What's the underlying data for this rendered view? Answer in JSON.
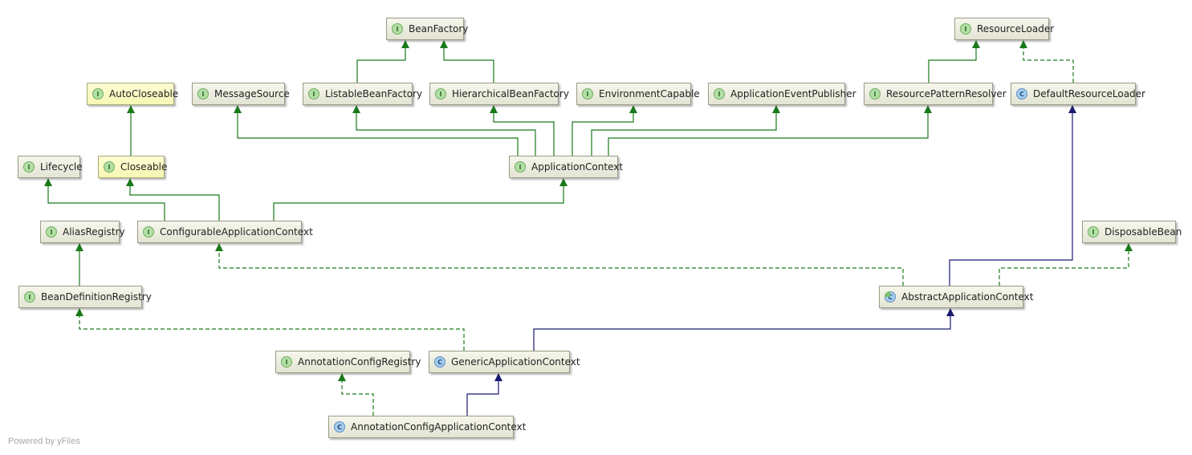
{
  "diagram": {
    "nodes": [
      {
        "id": "BeanFactory",
        "label": "BeanFactory",
        "kind": "interface",
        "badge": "I"
      },
      {
        "id": "ResourceLoader",
        "label": "ResourceLoader",
        "kind": "interface",
        "badge": "I"
      },
      {
        "id": "AutoCloseable",
        "label": "AutoCloseable",
        "kind": "interface",
        "badge": "I",
        "highlight": "yellow"
      },
      {
        "id": "MessageSource",
        "label": "MessageSource",
        "kind": "interface",
        "badge": "I"
      },
      {
        "id": "ListableBeanFactory",
        "label": "ListableBeanFactory",
        "kind": "interface",
        "badge": "I"
      },
      {
        "id": "HierarchicalBeanFactory",
        "label": "HierarchicalBeanFactory",
        "kind": "interface",
        "badge": "I"
      },
      {
        "id": "EnvironmentCapable",
        "label": "EnvironmentCapable",
        "kind": "interface",
        "badge": "I"
      },
      {
        "id": "ApplicationEventPublisher",
        "label": "ApplicationEventPublisher",
        "kind": "interface",
        "badge": "I"
      },
      {
        "id": "ResourcePatternResolver",
        "label": "ResourcePatternResolver",
        "kind": "interface",
        "badge": "I"
      },
      {
        "id": "DefaultResourceLoader",
        "label": "DefaultResourceLoader",
        "kind": "class",
        "badge": "C"
      },
      {
        "id": "Lifecycle",
        "label": "Lifecycle",
        "kind": "interface",
        "badge": "I"
      },
      {
        "id": "Closeable",
        "label": "Closeable",
        "kind": "interface",
        "badge": "I",
        "highlight": "yellow"
      },
      {
        "id": "ApplicationContext",
        "label": "ApplicationContext",
        "kind": "interface",
        "badge": "I"
      },
      {
        "id": "AliasRegistry",
        "label": "AliasRegistry",
        "kind": "interface",
        "badge": "I"
      },
      {
        "id": "ConfigurableApplicationContext",
        "label": "ConfigurableApplicationContext",
        "kind": "interface",
        "badge": "I"
      },
      {
        "id": "DisposableBean",
        "label": "DisposableBean",
        "kind": "interface",
        "badge": "I"
      },
      {
        "id": "BeanDefinitionRegistry",
        "label": "BeanDefinitionRegistry",
        "kind": "interface",
        "badge": "I"
      },
      {
        "id": "AbstractApplicationContext",
        "label": "AbstractApplicationContext",
        "kind": "abstract-class",
        "badge": "C"
      },
      {
        "id": "AnnotationConfigRegistry",
        "label": "AnnotationConfigRegistry",
        "kind": "interface",
        "badge": "I"
      },
      {
        "id": "GenericApplicationContext",
        "label": "GenericApplicationContext",
        "kind": "class",
        "badge": "C"
      },
      {
        "id": "AnnotationConfigApplicationContext",
        "label": "AnnotationConfigApplicationContext",
        "kind": "class",
        "badge": "C"
      }
    ],
    "edges": [
      {
        "from": "ListableBeanFactory",
        "to": "BeanFactory",
        "type": "interface-extends"
      },
      {
        "from": "HierarchicalBeanFactory",
        "to": "BeanFactory",
        "type": "interface-extends"
      },
      {
        "from": "ResourcePatternResolver",
        "to": "ResourceLoader",
        "type": "interface-extends"
      },
      {
        "from": "DefaultResourceLoader",
        "to": "ResourceLoader",
        "type": "implements"
      },
      {
        "from": "Closeable",
        "to": "AutoCloseable",
        "type": "interface-extends"
      },
      {
        "from": "ApplicationContext",
        "to": "MessageSource",
        "type": "interface-extends"
      },
      {
        "from": "ApplicationContext",
        "to": "ListableBeanFactory",
        "type": "interface-extends"
      },
      {
        "from": "ApplicationContext",
        "to": "HierarchicalBeanFactory",
        "type": "interface-extends"
      },
      {
        "from": "ApplicationContext",
        "to": "EnvironmentCapable",
        "type": "interface-extends"
      },
      {
        "from": "ApplicationContext",
        "to": "ApplicationEventPublisher",
        "type": "interface-extends"
      },
      {
        "from": "ApplicationContext",
        "to": "ResourcePatternResolver",
        "type": "interface-extends"
      },
      {
        "from": "ConfigurableApplicationContext",
        "to": "Lifecycle",
        "type": "interface-extends"
      },
      {
        "from": "ConfigurableApplicationContext",
        "to": "Closeable",
        "type": "interface-extends"
      },
      {
        "from": "ConfigurableApplicationContext",
        "to": "ApplicationContext",
        "type": "interface-extends"
      },
      {
        "from": "BeanDefinitionRegistry",
        "to": "AliasRegistry",
        "type": "interface-extends"
      },
      {
        "from": "AbstractApplicationContext",
        "to": "ConfigurableApplicationContext",
        "type": "implements"
      },
      {
        "from": "AbstractApplicationContext",
        "to": "DefaultResourceLoader",
        "type": "class-extends"
      },
      {
        "from": "AbstractApplicationContext",
        "to": "DisposableBean",
        "type": "implements"
      },
      {
        "from": "GenericApplicationContext",
        "to": "BeanDefinitionRegistry",
        "type": "implements"
      },
      {
        "from": "GenericApplicationContext",
        "to": "AbstractApplicationContext",
        "type": "class-extends"
      },
      {
        "from": "AnnotationConfigApplicationContext",
        "to": "AnnotationConfigRegistry",
        "type": "implements"
      },
      {
        "from": "AnnotationConfigApplicationContext",
        "to": "GenericApplicationContext",
        "type": "class-extends"
      }
    ]
  },
  "colors": {
    "interface_edge": "#1a7a1a",
    "class_edge": "#1a1a70"
  },
  "footer": "Powered by yFiles"
}
